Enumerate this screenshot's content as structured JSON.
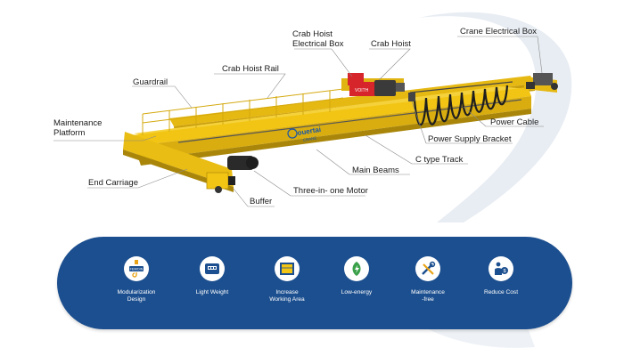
{
  "labels": {
    "crab_hoist_electrical_box": "Crab Hoist\nElectrical Box",
    "crab_hoist": "Crab Hoist",
    "crane_electrical_box": "Crane Electrical Box",
    "crab_hoist_rail": "Crab Hoist Rail",
    "guardrail": "Guardrail",
    "maintenance_platform": "Maintenance\nPlatform",
    "power_cable": "Power Cable",
    "power_supply_bracket": "Power Supply Bracket",
    "c_type_track": "C type Track",
    "main_beams": "Main Beams",
    "end_carriage": "End Carriage",
    "three_in_one_motor": "Three-in- one Motor",
    "buffer": "Buffer"
  },
  "badge": {
    "brand_line1": "ouertai",
    "brand_line2": "CRANE"
  },
  "icon_text": {
    "fem_din": "FEM/DIN"
  },
  "features": [
    {
      "label": "Modularization\nDesign",
      "icon": "fem-din-hook-icon"
    },
    {
      "label": "Light Weight",
      "icon": "scale-icon"
    },
    {
      "label": "Increase\nWorking Area",
      "icon": "working-area-icon"
    },
    {
      "label": "Low-energy",
      "icon": "leaf-energy-icon"
    },
    {
      "label": "Maintenance\n-free",
      "icon": "tools-icon"
    },
    {
      "label": "Reduce Cost",
      "icon": "money-cost-icon"
    }
  ],
  "colors": {
    "beam_yellow": "#f2c514",
    "band_blue": "#1c4f8f",
    "hoist_red": "#d7262b",
    "motor_dark": "#2a2a2a"
  }
}
